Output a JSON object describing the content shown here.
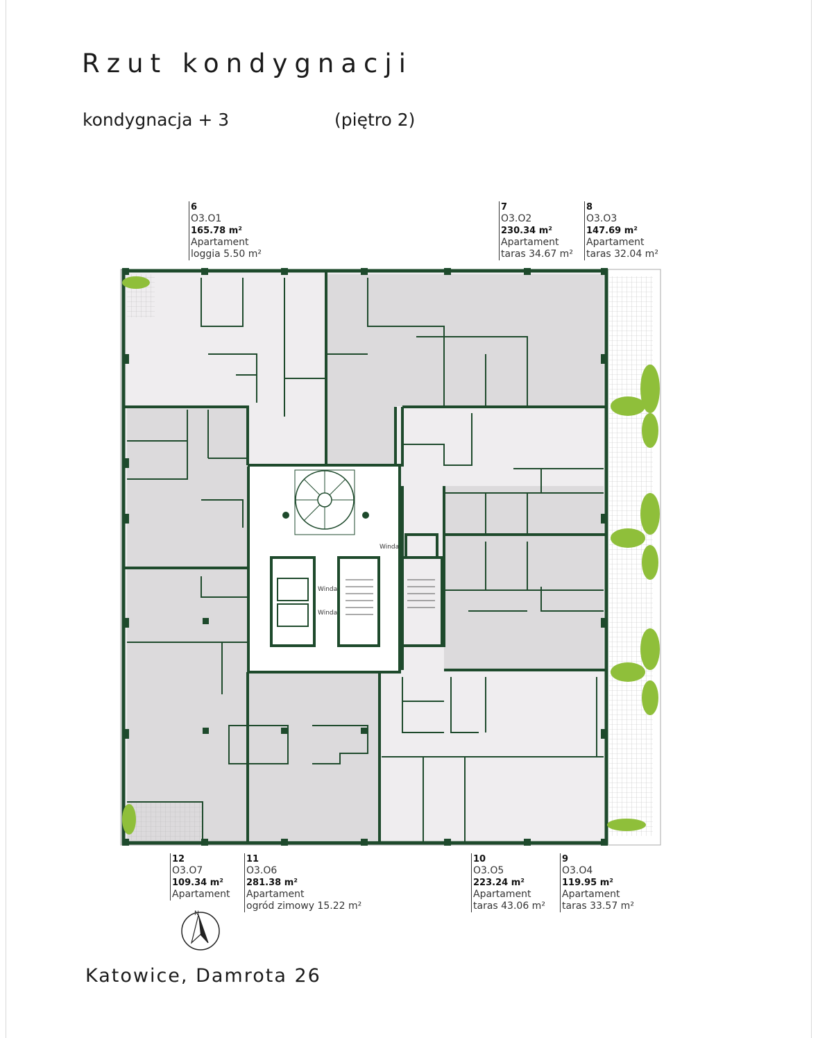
{
  "title": "Rzut kondygnacji",
  "floor_label": "kondygnacja  + 3",
  "floor_note": "(piętro  2)",
  "address": "Katowice, Damrota 26",
  "compass_label": "N",
  "elevator_label": "Winda",
  "units_top": [
    {
      "no": "6",
      "code": "O3.O1",
      "area": "165.78 m²",
      "type": "Apartament",
      "extra": "loggia 5.50 m²"
    },
    {
      "no": "7",
      "code": "O3.O2",
      "area": "230.34 m²",
      "type": "Apartament",
      "extra": "taras 34.67 m²"
    },
    {
      "no": "8",
      "code": "O3.O3",
      "area": "147.69 m²",
      "type": "Apartament",
      "extra": "taras 32.04 m²"
    }
  ],
  "units_bottom": [
    {
      "no": "12",
      "code": "O3.O7",
      "area": "109.34 m²",
      "type": "Apartament",
      "extra": ""
    },
    {
      "no": "11",
      "code": "O3.O6",
      "area": "281.38 m²",
      "type": "Apartament",
      "extra": "ogród zimowy 15.22 m²"
    },
    {
      "no": "10",
      "code": "O3.O5",
      "area": "223.24 m²",
      "type": "Apartament",
      "extra": "taras 43.06 m²"
    },
    {
      "no": "9",
      "code": "O3.O4",
      "area": "119.95 m²",
      "type": "Apartament",
      "extra": "taras 33.57 m²"
    }
  ],
  "colors": {
    "wall": "#1e4a2c",
    "floor": "#efedef",
    "floor_dark": "#dcdadc",
    "plant": "#8fbf3a"
  }
}
